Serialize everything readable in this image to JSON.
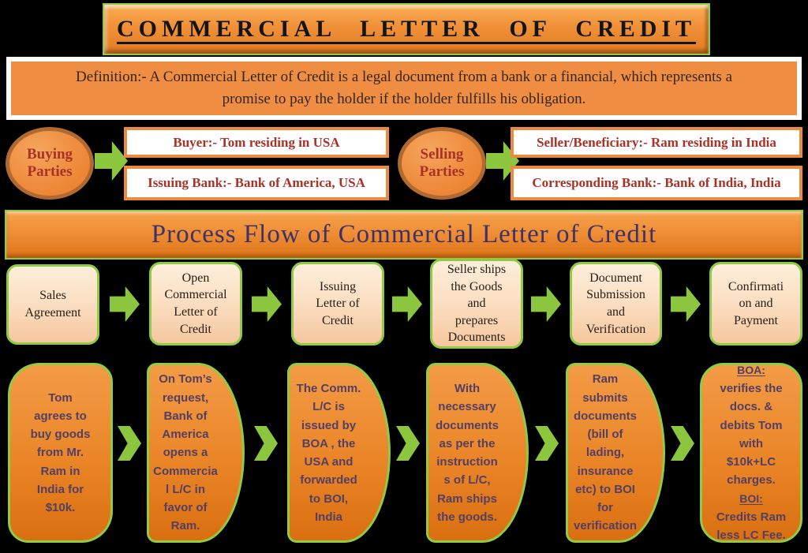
{
  "title": "COMMERCIAL LETTER OF CREDIT",
  "definition": "Definition:- A Commercial Letter of Credit is a legal document from a bank or a financial, which represents a\npromise to pay the holder if the holder fulfills his obligation.",
  "parties": {
    "buying": {
      "oval": "Buying\nParties",
      "buyer": "Buyer:- Tom residing in USA",
      "issuing_bank": "Issuing Bank:- Bank of America, USA"
    },
    "selling": {
      "oval": "Selling\nParties",
      "seller": "Seller/Beneficiary:- Ram residing in India",
      "corresponding_bank": "Corresponding Bank:- Bank of India, India"
    }
  },
  "process": {
    "banner": "Process Flow of Commercial Letter of Credit",
    "steps": [
      {
        "label": "Sales\nAgreement"
      },
      {
        "label": "Open\nCommercial\nLetter of\nCredit"
      },
      {
        "label": "Issuing\nLetter of\nCredit"
      },
      {
        "label": "Seller ships\nthe Goods\nand\nprepares\nDocuments"
      },
      {
        "label": "Document\nSubmission\nand\nVerification"
      },
      {
        "label": "Confirmati\non and\nPayment"
      }
    ],
    "details": [
      {
        "text": "Tom\nagrees to\nbuy goods\nfrom Mr.\nRam in\nIndia for\n$10k."
      },
      {
        "text": "On Tom’s\nrequest,\nBank of\nAmerica\nopens a\nCommercia\nl L/C in\nfavor of\nRam."
      },
      {
        "text": "The Comm.\nL/C is\nissued by\nBOA , the\nUSA and\nforwarded\nto BOI,\nIndia"
      },
      {
        "text": "With\nnecessary\ndocuments\nas per the\ninstruction\ns of L/C,\nRam ships\nthe goods."
      },
      {
        "text": "Ram\nsubmits\ndocuments\n(bill of\nlading,\ninsurance\netc) to BOI\nfor\nverification"
      }
    ],
    "final": {
      "boa_label": "BOA:",
      "boa_text": "verifies the\ndocs. &\ndebits Tom\nwith\n$10k+LC\ncharges.",
      "boi_label": "BOI:",
      "boi_text": "Credits Ram\nless LC Fee."
    }
  },
  "colors": {
    "background": "#000000",
    "orange_fill": "#ef8d42",
    "orange_dark": "#d96f10",
    "green_accent": "#8cc63e",
    "green_border": "#8fcb45",
    "red_text": "#a93226",
    "purple_text": "#533f63",
    "banner_text": "#3e3264",
    "step_fill_top": "#fdeeda",
    "step_fill_bottom": "#f6c79e",
    "oval_border": "#b06a30"
  }
}
